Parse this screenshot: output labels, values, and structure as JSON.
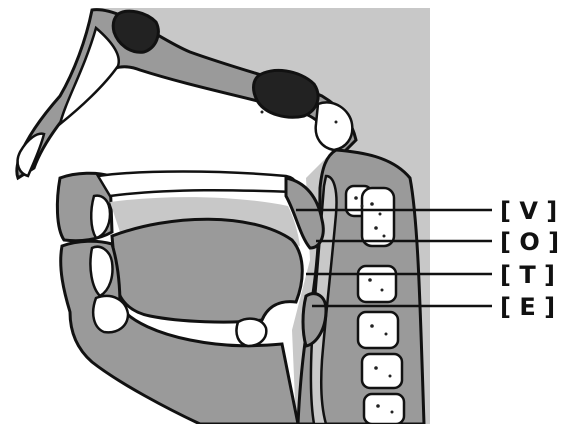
{
  "labels": [
    "[ V ]",
    "[ O ]",
    "[ T ]",
    "[ E ]"
  ],
  "colors": {
    "background": "#ffffff",
    "panel": "#c8c8c8",
    "tissue": "#9a9a9a",
    "bone": "#ffffff",
    "cavity": "#222222",
    "outline": "#111111"
  }
}
